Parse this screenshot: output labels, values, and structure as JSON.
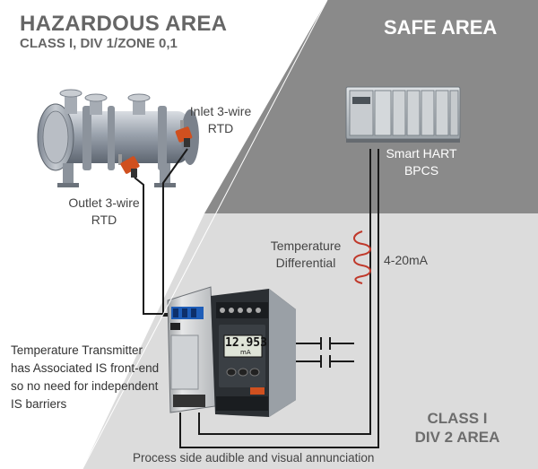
{
  "hazardous_area": {
    "title": "HAZARDOUS AREA",
    "subtitle": "CLASS I, DIV 1/ZONE 0,1"
  },
  "safe_area": {
    "title": "SAFE AREA"
  },
  "class_area": {
    "line1": "CLASS I",
    "line2": "DIV 2 AREA"
  },
  "labels": {
    "inlet_rtd": {
      "line1": "Inlet 3-wire",
      "line2": "RTD"
    },
    "outlet_rtd": {
      "line1": "Outlet 3-wire",
      "line2": "RTD"
    },
    "bpcs": {
      "line1": "Smart HART",
      "line2": "BPCS"
    },
    "temp_diff": {
      "line1": "Temperature",
      "line2": "Differential"
    },
    "signal": "4-20mA",
    "transmitter_note": [
      "Temperature Transmitter",
      "has Associated IS front-end",
      "so no need for independent",
      "IS barriers"
    ],
    "annunciation": "Process side audible and visual annunciation"
  },
  "display": {
    "reading": "12.953",
    "unit": "mA"
  },
  "colors": {
    "safe_area_bg": "#8a8a8a",
    "div2_area_bg": "#dcdcdc",
    "wire": "#1a1a1a",
    "coil": "#c0392b",
    "rtd_head": "#d0501f"
  }
}
